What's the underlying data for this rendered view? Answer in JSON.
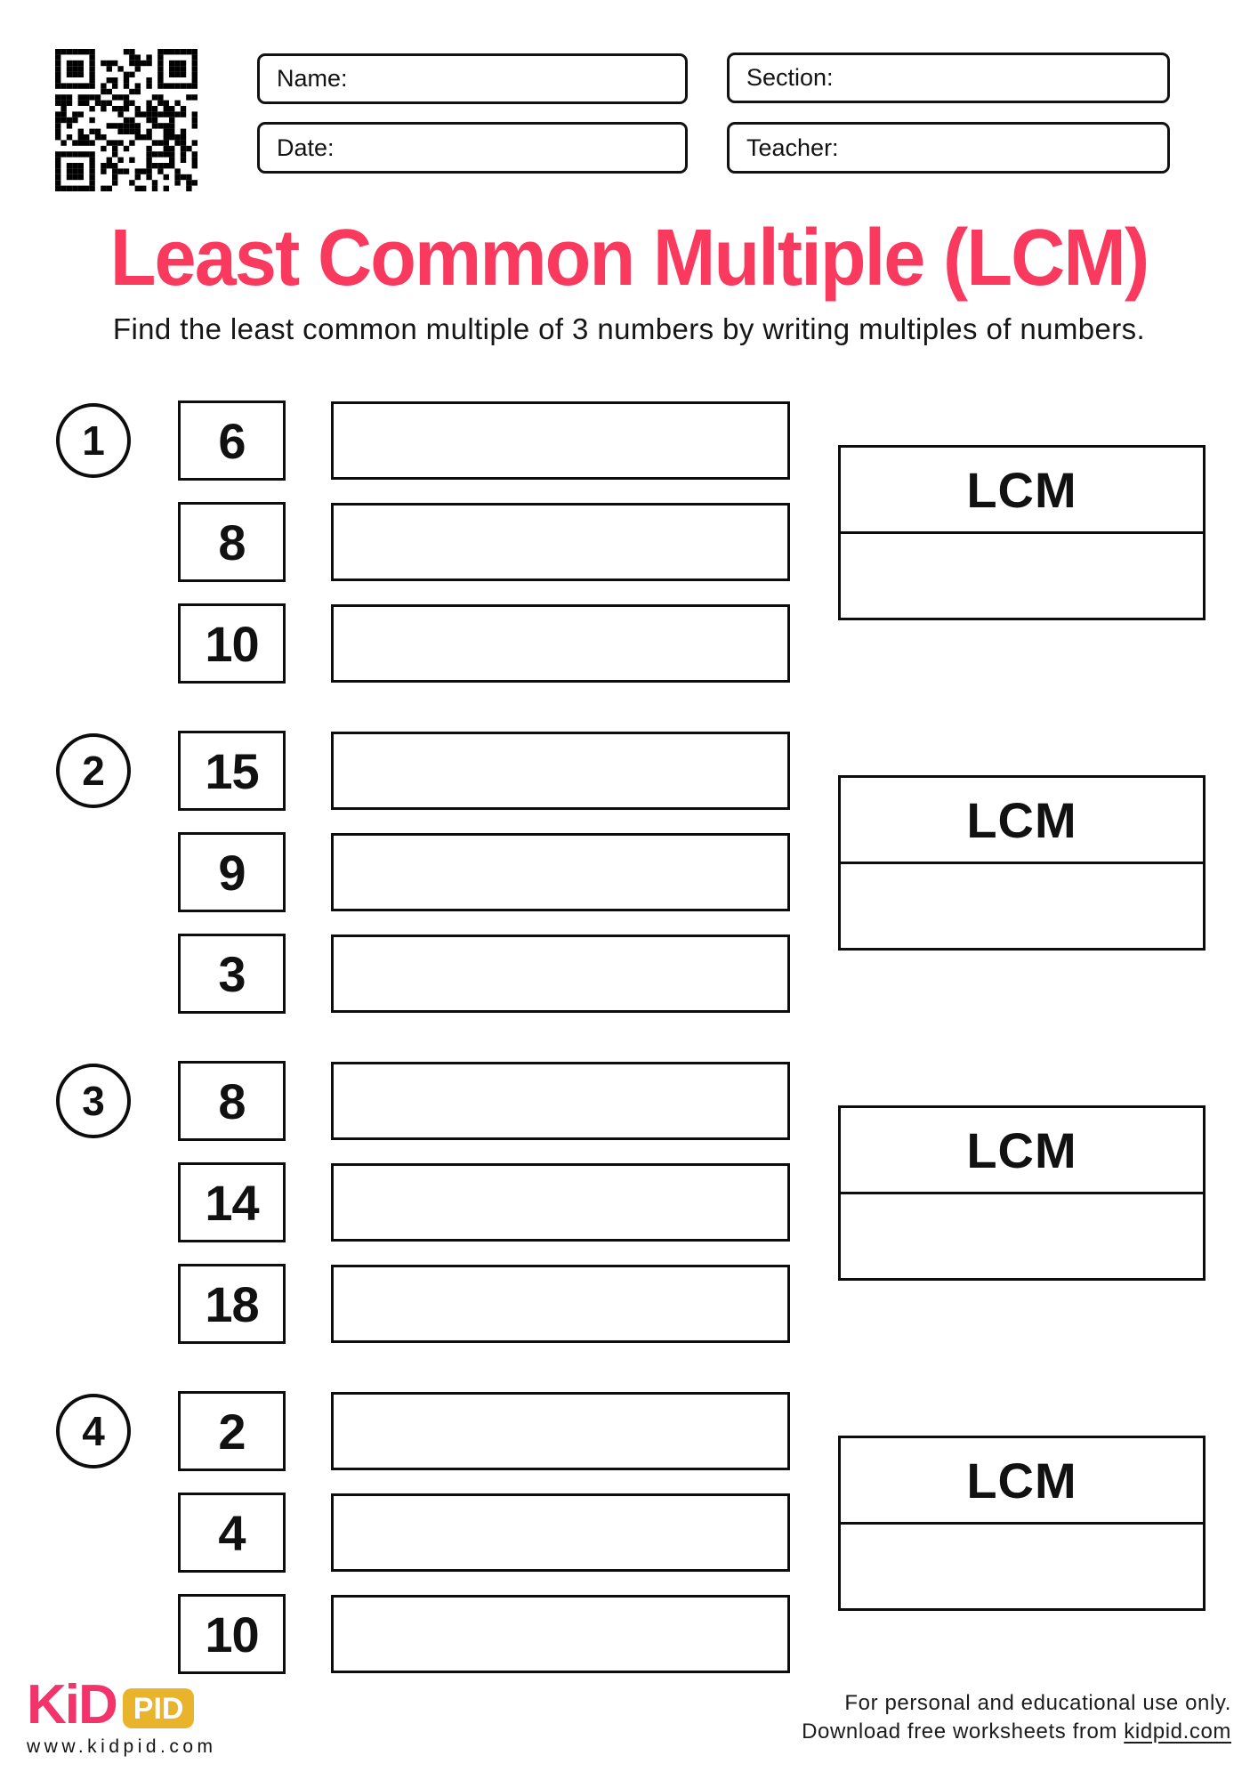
{
  "header": {
    "name_label": "Name:",
    "section_label": "Section:",
    "date_label": "Date:",
    "teacher_label": "Teacher:"
  },
  "title": "Least Common Multiple (LCM)",
  "subtitle": "Find the least common multiple of 3 numbers by writing multiples of numbers.",
  "lcm_label": "LCM",
  "problems": [
    {
      "number": "1",
      "values": [
        "6",
        "8",
        "10"
      ]
    },
    {
      "number": "2",
      "values": [
        "15",
        "9",
        "3"
      ]
    },
    {
      "number": "3",
      "values": [
        "8",
        "14",
        "18"
      ]
    },
    {
      "number": "4",
      "values": [
        "2",
        "4",
        "10"
      ]
    }
  ],
  "footer": {
    "logo_part1": "KiD",
    "logo_part2": "PID",
    "website": "www.kidpid.com",
    "note_line1": "For personal and educational use only.",
    "note_line2_prefix": "Download free worksheets from ",
    "note_link": "kidpid.com"
  },
  "colors": {
    "accent_pink": "#F93A5E",
    "logo_pink": "#F2346B",
    "logo_yellow": "#E9B32C"
  }
}
